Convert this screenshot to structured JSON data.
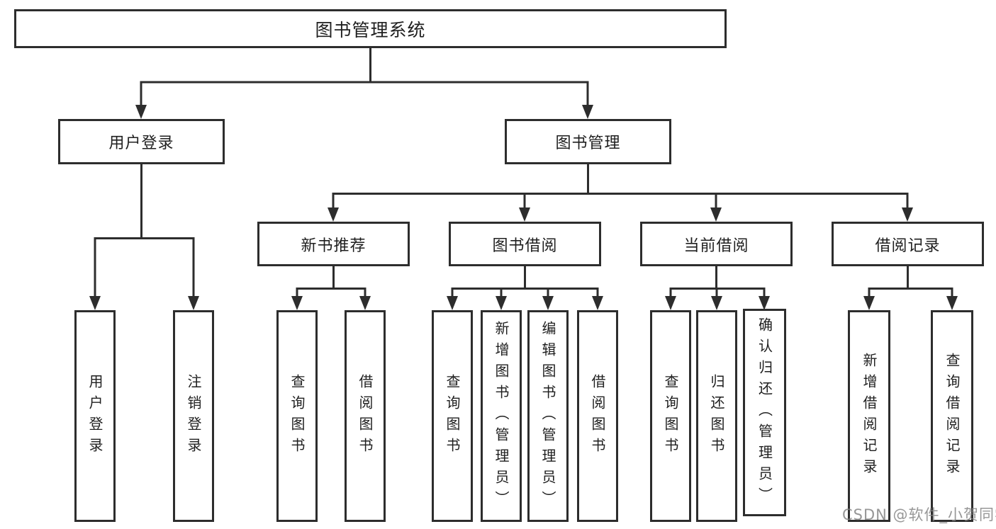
{
  "diagram": {
    "type": "tree-diagram",
    "title": "图书管理系统",
    "colors": {
      "background": "#ffffff",
      "line": "#2d2d2d",
      "box_border": "#2d2d2d",
      "text": "#1f1f1f",
      "watermark": "#808080"
    },
    "nodes": {
      "root": {
        "label": "图书管理系统"
      },
      "user_login": {
        "label": "用户登录"
      },
      "book_mgmt": {
        "label": "图书管理"
      },
      "new_book_rec": {
        "label": "新书推荐"
      },
      "book_borrow": {
        "label": "图书借阅"
      },
      "current_borrow": {
        "label": "当前借阅"
      },
      "borrow_record": {
        "label": "借阅记录"
      },
      "ul_user_login": {
        "label": "用户登录"
      },
      "ul_logout": {
        "label": "注销登录"
      },
      "nb_query_book": {
        "label": "查询图书"
      },
      "nb_borrow_book": {
        "label": "借阅图书"
      },
      "bb_query_book": {
        "label": "查询图书"
      },
      "bb_add_book": {
        "label": "新增图书（管理员）"
      },
      "bb_edit_book": {
        "label": "编辑图书（管理员）"
      },
      "bb_borrow_book": {
        "label": "借阅图书"
      },
      "cb_query_book": {
        "label": "查询图书"
      },
      "cb_return_book": {
        "label": "归还图书"
      },
      "cb_confirm_return": {
        "label": "确认归还（管理员）"
      },
      "br_add_record": {
        "label": "新增借阅记录"
      },
      "br_query_record": {
        "label": "查询借阅记录"
      }
    },
    "structure": [
      {
        "parent": "图书管理系统",
        "children": [
          "用户登录",
          "图书管理"
        ]
      },
      {
        "parent": "用户登录",
        "children": [
          "用户登录",
          "注销登录"
        ]
      },
      {
        "parent": "图书管理",
        "children": [
          "新书推荐",
          "图书借阅",
          "当前借阅",
          "借阅记录"
        ]
      },
      {
        "parent": "新书推荐",
        "children": [
          "查询图书",
          "借阅图书"
        ]
      },
      {
        "parent": "图书借阅",
        "children": [
          "查询图书",
          "新增图书（管理员）",
          "编辑图书（管理员）",
          "借阅图书"
        ]
      },
      {
        "parent": "当前借阅",
        "children": [
          "查询图书",
          "归还图书",
          "确认归还（管理员）"
        ]
      },
      {
        "parent": "借阅记录",
        "children": [
          "新增借阅记录",
          "查询借阅记录"
        ]
      }
    ],
    "watermark": {
      "text": "CSDN @软件_小贺同学"
    }
  }
}
